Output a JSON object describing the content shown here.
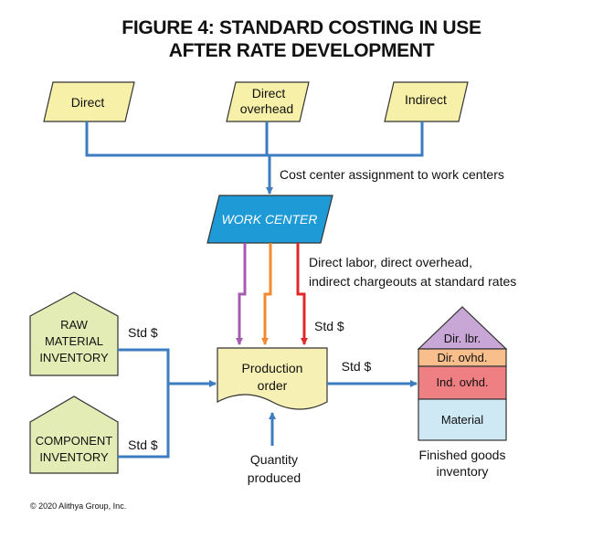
{
  "title": {
    "line1": "FIGURE 4: STANDARD COSTING IN USE",
    "line2": "AFTER RATE DEVELOPMENT"
  },
  "inputs": {
    "direct": "Direct",
    "direct_overhead_line1": "Direct",
    "direct_overhead_line2": "overhead",
    "indirect": "Indirect"
  },
  "assignment_label": "Cost center assignment to work centers",
  "work_center": "WORK CENTER",
  "chargeouts": {
    "line1": "Direct labor, direct overhead,",
    "line2": "indirect chargeouts at standard rates"
  },
  "raw_material": {
    "line1": "RAW",
    "line2": "MATERIAL",
    "line3": "INVENTORY"
  },
  "component": {
    "line1": "COMPONENT",
    "line2": "INVENTORY"
  },
  "std_labels": {
    "raw": "Std $",
    "component": "Std $",
    "chargeout": "Std $",
    "output": "Std $"
  },
  "production_order": {
    "line1": "Production",
    "line2": "order"
  },
  "quantity": {
    "line1": "Quantity",
    "line2": "produced"
  },
  "finished_goods": {
    "layers": [
      "Dir. lbr.",
      "Dir. ovhd.",
      "Ind. ovhd.",
      "Material"
    ],
    "caption_line1": "Finished goods",
    "caption_line2": "inventory"
  },
  "copyright": "© 2020 Alithya Group, Inc.",
  "colors": {
    "input_fill": "#f7f0a8",
    "work_center_fill": "#1e9ad6",
    "connector_blue": "#3b7dc0",
    "labor_purple": "#a45bb0",
    "overhead_orange": "#f08a2c",
    "indirect_red": "#e0282a",
    "inventory_fill": "#e3ecb4",
    "production_fill": "#f7f0b4",
    "layer_dir_lbr": "#c8a6d6",
    "layer_dir_ovhd": "#f8be8c",
    "layer_ind_ovhd": "#ee7f82",
    "layer_material": "#cfe9f4"
  }
}
